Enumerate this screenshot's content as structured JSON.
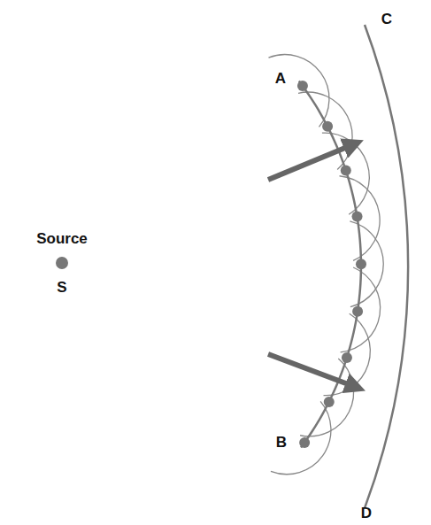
{
  "diagram": {
    "labels": [
      "Source",
      "S",
      "A",
      "B",
      "C",
      "D"
    ]
  }
}
